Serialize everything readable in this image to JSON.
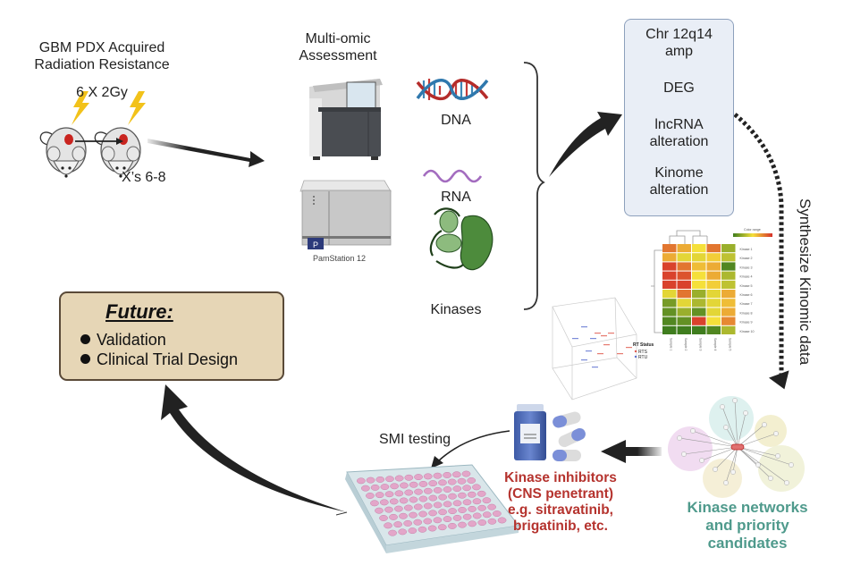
{
  "stage1": {
    "title_line1": "GBM PDX Acquired",
    "title_line2": "Radiation Resistance",
    "dose": "6 X 2Gy",
    "passages": "X’s 6-8",
    "icons": [
      "mouse-icon",
      "tumor-icon",
      "lightning-icon"
    ]
  },
  "stage2": {
    "title_line1": "Multi-omic",
    "title_line2": "Assessment",
    "instrument_label": "PamStation 12",
    "instrument_badge": "P",
    "omics": [
      {
        "label": "DNA",
        "icon": "dna-helix-icon"
      },
      {
        "label": "RNA",
        "icon": "rna-strand-icon"
      },
      {
        "label": "Kinases",
        "icon": "kinase-protein-icon"
      }
    ]
  },
  "findings": {
    "items": [
      {
        "line1": "Chr 12q14",
        "line2": "amp"
      },
      {
        "line1": "DEG",
        "line2": ""
      },
      {
        "line1": "lncRNA",
        "line2": "alteration"
      },
      {
        "line1": "Kinome",
        "line2": "alteration"
      }
    ]
  },
  "synthesize_label": "Synthesize Kinomic data",
  "heatmap": {
    "legend_title": "Color range",
    "row_labels": [
      "Kinase 1",
      "Kinase 2",
      "Kinase 3",
      "Kinase 4",
      "Kinase 5",
      "Kinase 6",
      "Kinase 7",
      "Kinase 8",
      "Kinase 9",
      "Kinase 10"
    ],
    "col_labels": [
      "Sample 1",
      "Sample 2",
      "Sample 3",
      "Sample 4",
      "Sample 5"
    ],
    "values": [
      [
        0.8,
        0.65,
        0.5,
        0.8,
        0.25
      ],
      [
        0.65,
        0.45,
        0.45,
        0.55,
        0.35
      ],
      [
        0.95,
        0.8,
        0.6,
        0.65,
        0.05
      ],
      [
        0.95,
        0.9,
        0.5,
        0.65,
        0.3
      ],
      [
        0.95,
        0.95,
        0.5,
        0.55,
        0.35
      ],
      [
        0.45,
        0.8,
        0.25,
        0.45,
        0.65
      ],
      [
        0.15,
        0.45,
        0.3,
        0.45,
        0.6
      ],
      [
        0.1,
        0.25,
        0.1,
        0.45,
        0.65
      ],
      [
        0.05,
        0.1,
        0.95,
        0.5,
        0.75
      ],
      [
        0.0,
        0.0,
        0.0,
        0.05,
        0.3
      ]
    ],
    "colors": {
      "low": "#3f7d1e",
      "mid": "#f5e03a",
      "high": "#d6302a"
    }
  },
  "pca_plot": {
    "legend_title": "RT Status",
    "legend_items": [
      {
        "label": "RTS",
        "color": "#e05a4e"
      },
      {
        "label": "RTU",
        "color": "#5b6fd0"
      }
    ]
  },
  "network": {
    "label_line1": "Kinase networks",
    "label_line2": "and priority",
    "label_line3": "candidates",
    "cluster_colors": [
      "#d8efec",
      "#efd6ee",
      "#f1ecc8",
      "#f3ecd0",
      "#eef0d4"
    ]
  },
  "inhibitors": {
    "line1": "Kinase inhibitors",
    "line2": "(CNS penetrant)",
    "line3": "e.g. sitravatinib,",
    "line4": "brigatinib, etc.",
    "icons": [
      "pill-bottle-icon",
      "capsule-icon"
    ]
  },
  "smi_label": "SMI testing",
  "future": {
    "title": "Future:",
    "items": [
      "Validation",
      "Clinical Trial Design"
    ]
  },
  "colors": {
    "inhibitor_text": "#b5332e",
    "network_text": "#4f9a8c",
    "future_bg": "#e6d6b6",
    "findings_bg": "#e9eef6"
  }
}
